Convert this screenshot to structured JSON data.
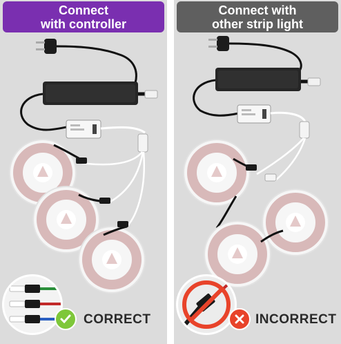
{
  "panels": {
    "left": {
      "title_line1": "Connect",
      "title_line2": "with controller",
      "verdict": "CORRECT",
      "header_color": "#7a2fb0"
    },
    "right": {
      "title_line1": "Connect with",
      "title_line2": "other strip light",
      "verdict": "INCORRECT",
      "header_color": "#5f5f5f"
    }
  },
  "colors": {
    "panel_bg": "#dcdcdc",
    "correct": "#7ec73a",
    "incorrect": "#e8432a"
  },
  "icons": [
    "power-plug-icon",
    "power-adapter-icon",
    "controller-box-icon",
    "led-strip-reel-icon",
    "splitter-cable-icon",
    "check-icon",
    "cross-icon",
    "prohibited-icon"
  ]
}
